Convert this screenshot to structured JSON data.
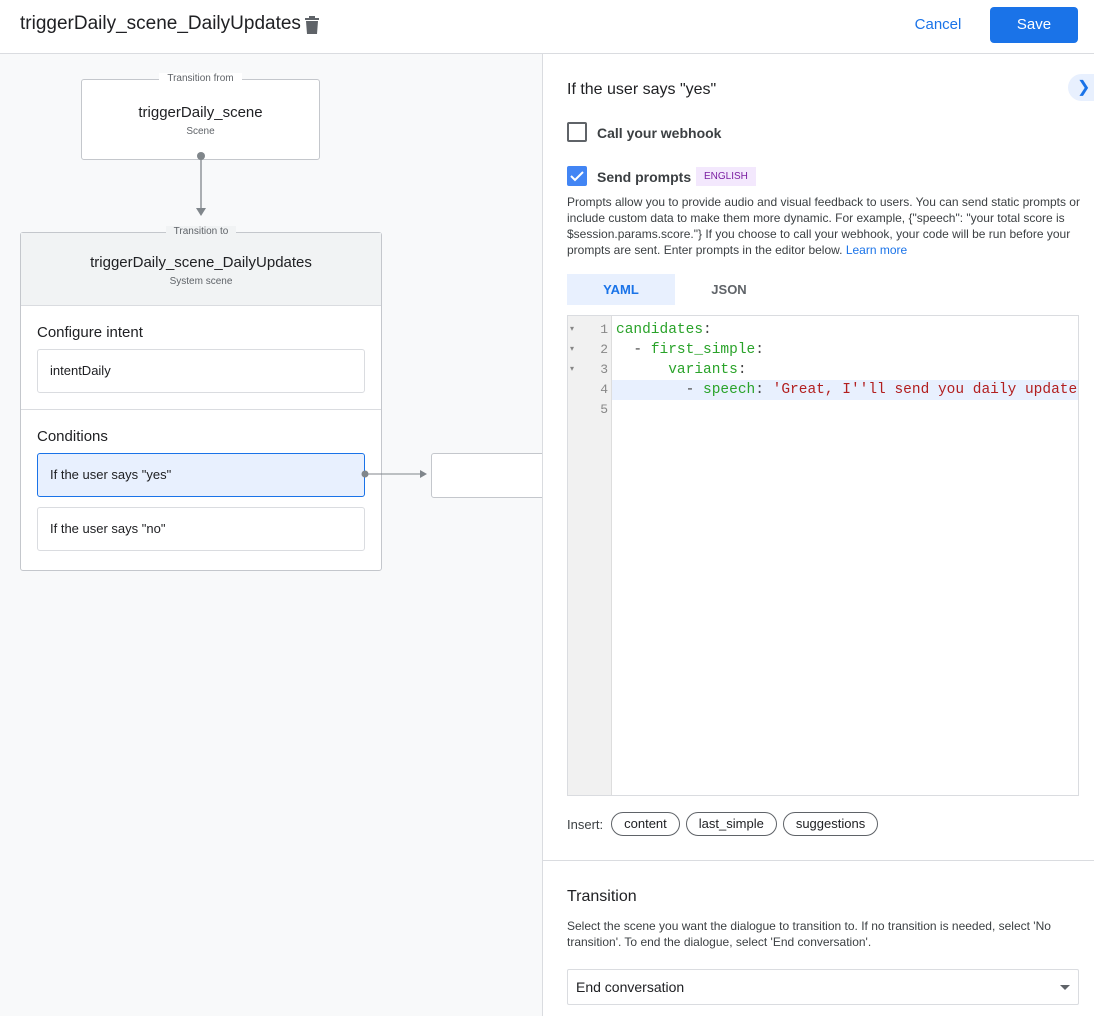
{
  "header": {
    "title": "triggerDaily_scene_DailyUpdates",
    "cancel_label": "Cancel",
    "save_label": "Save"
  },
  "canvas": {
    "from": {
      "legend": "Transition from",
      "name": "triggerDaily_scene",
      "type": "Scene"
    },
    "to": {
      "legend": "Transition to",
      "name": "triggerDaily_scene_DailyUpdates",
      "type": "System scene"
    },
    "configure_intent": {
      "title": "Configure intent",
      "intent": "intentDaily"
    },
    "conditions": {
      "title": "Conditions",
      "items": [
        {
          "label": "If the user says \"yes\"",
          "selected": true
        },
        {
          "label": "If the user says \"no\"",
          "selected": false
        }
      ]
    }
  },
  "panel": {
    "title": "If the user says \"yes\"",
    "webhook": {
      "label": "Call your webhook",
      "checked": false
    },
    "prompts": {
      "label": "Send prompts",
      "checked": true,
      "badge": "ENGLISH",
      "description": "Prompts allow you to provide audio and visual feedback to users. You can send static prompts or include custom data to make them more dynamic. For example, {\"speech\": \"your total score is $session.params.score.\"} If you choose to call your webhook, your code will be run before your prompts are sent. Enter prompts in the editor below.",
      "learn_more": "Learn more"
    },
    "tabs": [
      {
        "label": "YAML",
        "active": true
      },
      {
        "label": "JSON",
        "active": false
      }
    ],
    "editor": {
      "line_numbers": [
        "1",
        "2",
        "3",
        "4",
        "5"
      ],
      "lines": [
        [
          {
            "t": "candidates",
            "c": "g"
          },
          {
            "t": ":",
            "c": "p"
          }
        ],
        [
          {
            "t": "  - ",
            "c": "p"
          },
          {
            "t": "first_simple",
            "c": "g"
          },
          {
            "t": ":",
            "c": "p"
          }
        ],
        [
          {
            "t": "      variants",
            "c": "g"
          },
          {
            "t": ":",
            "c": "p"
          }
        ],
        [
          {
            "t": "        - ",
            "c": "p"
          },
          {
            "t": "speech",
            "c": "g"
          },
          {
            "t": ": ",
            "c": "p"
          },
          {
            "t": "'Great, I''ll send you daily updates.'",
            "c": "s"
          }
        ],
        []
      ]
    },
    "insert": {
      "label": "Insert:",
      "chips": [
        "content",
        "last_simple",
        "suggestions"
      ]
    },
    "transition": {
      "title": "Transition",
      "description": "Select the scene you want the dialogue to transition to. If no transition is needed, select 'No transition'. To end the dialogue, select 'End conversation'.",
      "selected": "End conversation"
    }
  },
  "colors": {
    "accent": "#1a73e8",
    "selected_bg": "#e8f0fe",
    "badge_bg": "#f3e8fd",
    "badge_text": "#7b1fa2"
  }
}
